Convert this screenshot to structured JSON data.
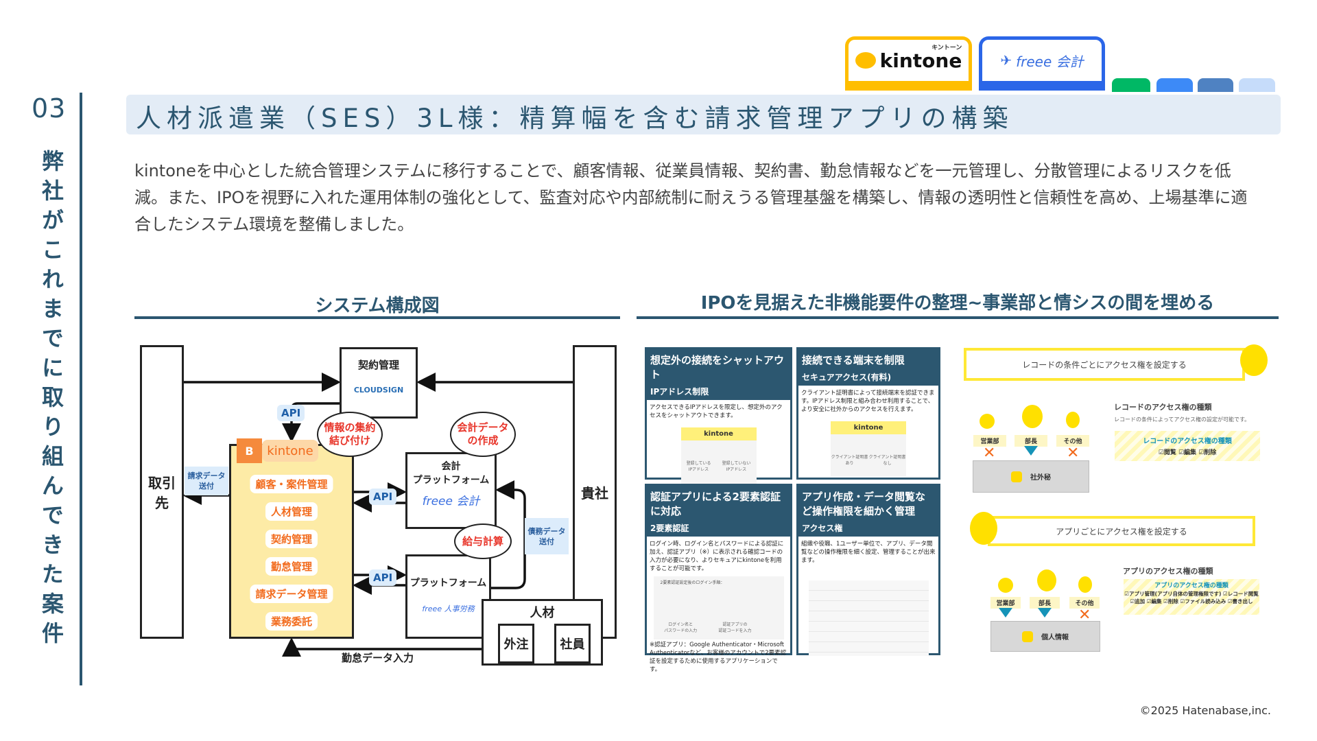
{
  "sidebar": {
    "number": "03",
    "vertical_title": "弊社がこれまでに取り組んできた案件"
  },
  "tabs": [
    {
      "label": "kintone",
      "ruby": "キントーン",
      "color": "#ffbe00"
    },
    {
      "label": "freee 会計",
      "color": "#2b66e8"
    },
    {
      "color": "#00b865"
    },
    {
      "color": "#3d8af7"
    },
    {
      "color": "#4f82c2"
    },
    {
      "color": "#c6dcfa"
    }
  ],
  "header": {
    "title": "人材派遣業（SES）3L様：精算幅を含む請求管理アプリの構築"
  },
  "description": "kintoneを中心とした統合管理システムに移行することで、顧客情報、従業員情報、契約書、勤怠情報などを一元管理し、分散管理によるリスクを低減。また、IPOを視野に入れた運用体制の強化として、監査対応や内部統制に耐えうる管理基盤を構築し、情報の透明性と信頼性を高め、上場基準に適合したシステム環境を整備しました。",
  "left_section": {
    "heading": "システム構成図",
    "diagram": {
      "client": "取引先",
      "company": "貴社",
      "contract_box": {
        "title": "契約管理",
        "logo": "CLOUDSIGN"
      },
      "kintone": {
        "badge": "B",
        "label": "kintone",
        "items": [
          "顧客・案件管理",
          "人材管理",
          "契約管理",
          "勤怠管理",
          "請求データ管理",
          "業務委託"
        ]
      },
      "accounting": {
        "title": "会計\nプラットフォーム",
        "logo": "freee 会計"
      },
      "hr": {
        "title": "プラットフォーム",
        "logo": "freee 人事労務"
      },
      "talent": {
        "title": "人材",
        "children": [
          "外注",
          "社員"
        ]
      },
      "api_label": "API",
      "clouds": [
        "情報の集約\n結び付け",
        "会計データ\nの作成",
        "給与計算"
      ],
      "billing_note": "請求データ\n送付",
      "debt_note": "債務データ\n送付",
      "attendance_input": "勤怠データ入力"
    }
  },
  "right_section": {
    "heading": "IPOを見据えた非機能要件の整理~事業部と情シスの間を埋める",
    "cards": [
      {
        "title": "想定外の接続をシャットアウト",
        "subtitle": "IPアドレス制限",
        "body": "アクセスできるIPアドレスを限定し、想定外のアクセスをシャットアウトできます。",
        "ill_labels": [
          "kintone",
          "登録している\nIPアドレス",
          "登録していない\nIPアドレス"
        ]
      },
      {
        "title": "接続できる端末を制限",
        "subtitle": "セキュアアクセス(有料)",
        "body": "クライアント証明書によって接続端末を認証できます。IPアドレス制限と組み合わせ利用することで、より安全に社外からのアクセスを行えます。",
        "ill_labels": [
          "kintone",
          "クライアント証明書\nあり",
          "クライアント証明書\nなし"
        ]
      },
      {
        "title": "認証アプリによる2要素認証に対応",
        "subtitle": "2要素認証",
        "body": "ログイン時、ログイン名とパスワードによる認証に加え、認証アプリ（※）に表示される確認コードの入力が必要になり、よりセキュアにkintoneを利用することが可能です。",
        "ill_labels": [
          "2要素認証設定後のログイン手順：",
          "ログイン名と\nパスワードの入力",
          "認証アプリの\n認証コードを入力"
        ],
        "footnote": "※認証アプリ：Google Authenticator・Microsoft Authenticatorなど、お客様のアカウントで2要素認証を設定するために使用するアプリケーションです。"
      },
      {
        "title": "アプリ作成・データ閲覧など操作権限を細かく管理",
        "subtitle": "アクセス権",
        "body": "組織や役職、1ユーザー単位で、アプリ、データ閲覧などの操作権限を細く設定、管理することが出来ます。"
      }
    ],
    "record_access": {
      "banner": "レコードの条件ごとにアクセス権を設定する",
      "roles": [
        "営業部",
        "部長",
        "その他"
      ],
      "lock_label": "社外秘",
      "types_title": "レコードのアクセス権の種類",
      "types_desc": "レコードの条件によってアクセス権の設定が可能です。",
      "box_title": "レコードのアクセス権の種類",
      "perms": [
        "閲覧",
        "編集",
        "削除"
      ]
    },
    "app_access": {
      "banner": "アプリごとにアクセス権を設定する",
      "roles": [
        "営業部",
        "部長",
        "その他"
      ],
      "lock_label": "個人情報",
      "types_title": "アプリのアクセス権の種類",
      "box_title": "アプリのアクセス権の種類",
      "perms": [
        "アプリ管理(アプリ自体の管理権限です)",
        "レコード閲覧",
        "追加",
        "編集",
        "削除",
        "ファイル読み込み",
        "書き出し"
      ]
    }
  },
  "footer": {
    "copyright": "©2025 Hatenabase,inc."
  }
}
